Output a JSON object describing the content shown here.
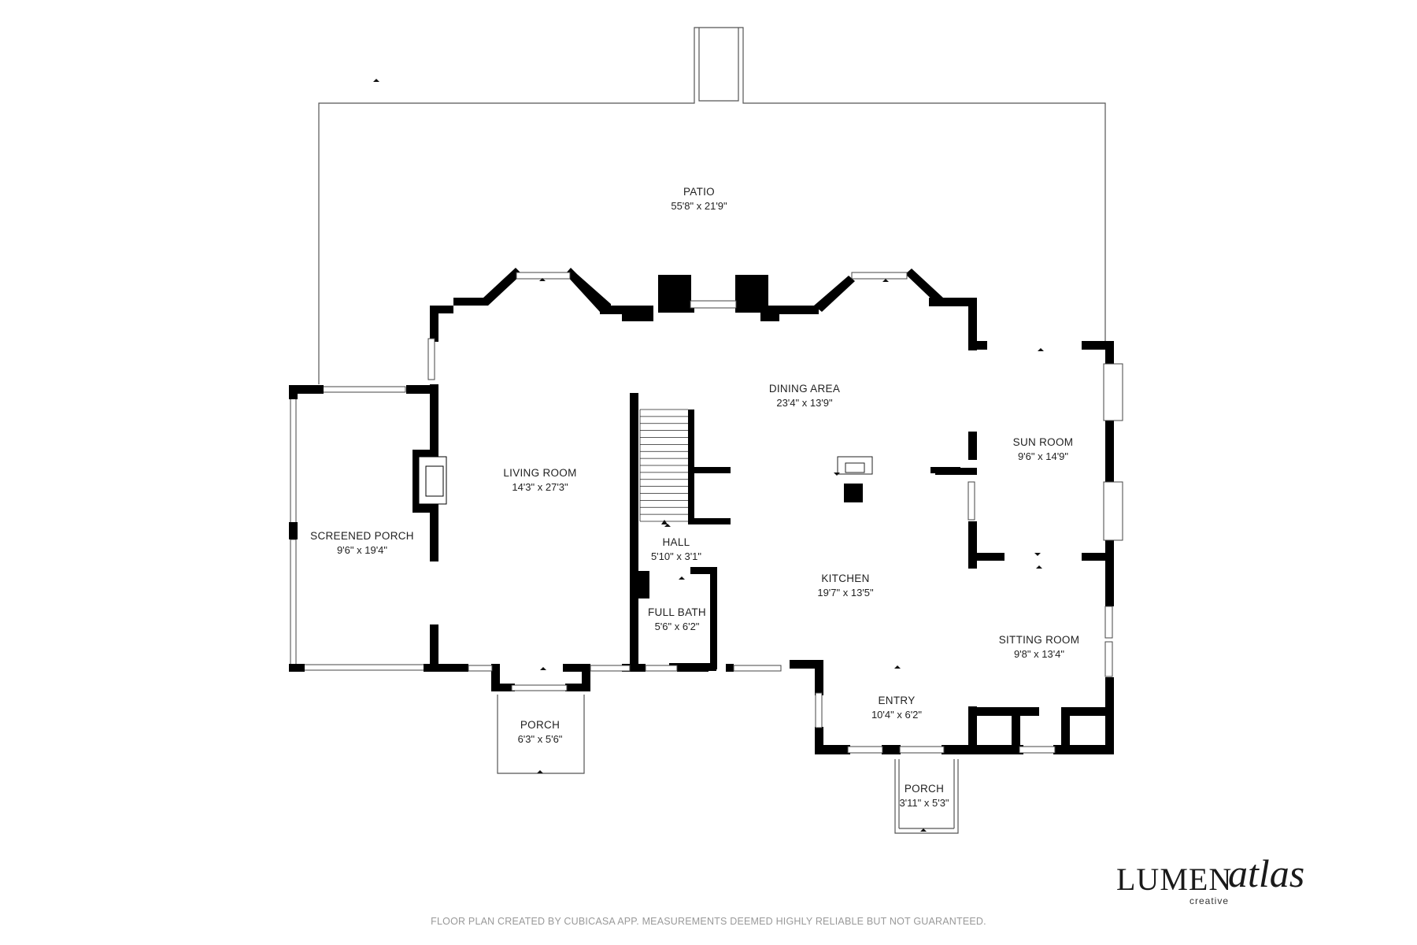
{
  "rooms": {
    "patio": {
      "name": "PATIO",
      "dims": "55'8\" x 21'9\""
    },
    "dining": {
      "name": "DINING AREA",
      "dims": "23'4\" x 13'9\""
    },
    "living": {
      "name": "LIVING ROOM",
      "dims": "14'3\" x 27'3\""
    },
    "screened_porch": {
      "name": "SCREENED PORCH",
      "dims": "9'6\" x 19'4\""
    },
    "sun_room": {
      "name": "SUN ROOM",
      "dims": "9'6\" x 14'9\""
    },
    "hall": {
      "name": "HALL",
      "dims": "5'10\" x 3'1\""
    },
    "kitchen": {
      "name": "KITCHEN",
      "dims": "19'7\" x 13'5\""
    },
    "full_bath": {
      "name": "FULL BATH",
      "dims": "5'6\" x 6'2\""
    },
    "sitting_room": {
      "name": "SITTING ROOM",
      "dims": "9'8\" x 13'4\""
    },
    "entry": {
      "name": "ENTRY",
      "dims": "10'4\" x 6'2\""
    },
    "porch_left": {
      "name": "PORCH",
      "dims": "6'3\" x 5'6\""
    },
    "porch_right": {
      "name": "PORCH",
      "dims": "3'11\" x 5'3\""
    }
  },
  "brand": {
    "main": "LUMEN",
    "script": "atlas",
    "sub": "creative"
  },
  "footer": {
    "disclaimer": "FLOOR PLAN CREATED BY CUBICASA APP. MEASUREMENTS DEEMED HIGHLY RELIABLE BUT NOT GUARANTEED."
  },
  "colors": {
    "wall": "#000000",
    "background": "#ffffff",
    "disclaimer": "#999999"
  }
}
